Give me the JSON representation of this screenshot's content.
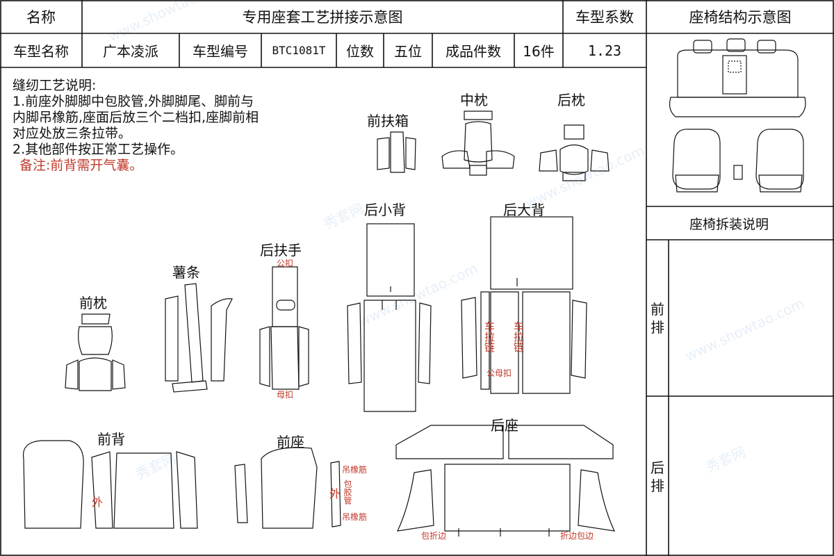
{
  "header": {
    "name_label": "名称",
    "title": "专用座套工艺拼接示意图",
    "coef_label": "车型系数",
    "structure_title": "座椅结构示意图"
  },
  "info": {
    "model_name_label": "车型名称",
    "model_name": "广本凌派",
    "model_no_label": "车型编号",
    "model_no": "BTC1081T",
    "seats_label": "位数",
    "seats": "五位",
    "pieces_label": "成品件数",
    "pieces": "16件",
    "coef": "1.23"
  },
  "notes": {
    "title": "缝纫工艺说明:",
    "lines": [
      "1.前座外脚脚中包胶管,外脚脚尾、脚前与",
      "内脚吊橡筋,座面后放三个二档扣,座脚前相",
      "对应处放三条拉带。",
      "2.其他部件按正常工艺操作。"
    ],
    "remark": "备注:前背需开气囊。"
  },
  "pieces": {
    "front_armrest_box": "前扶箱",
    "middle_pillow": "中枕",
    "rear_pillow": "后枕",
    "front_pillow": "前枕",
    "strip": "薯条",
    "rear_armrest": "后扶手",
    "rear_small_back": "后小背",
    "rear_large_back": "后大背",
    "front_back": "前背",
    "front_seat": "前座",
    "rear_seat": "后座"
  },
  "annotations": {
    "male_buckle": "公扣",
    "female_buckle": "母扣",
    "zipper": "车拉链",
    "male_female_buckle": "公母扣",
    "outer": "外",
    "hang_elastic": "吊橡筋",
    "wrap_tube": "包胶管",
    "wrap_edge": "包折边",
    "wrap_edge_right": "折边包边"
  },
  "right_panel": {
    "install_title": "座椅拆装说明",
    "front_row": "前排",
    "rear_row": "后排"
  },
  "watermark": {
    "brand": "秀套网",
    "url": "www.showtao.com"
  }
}
